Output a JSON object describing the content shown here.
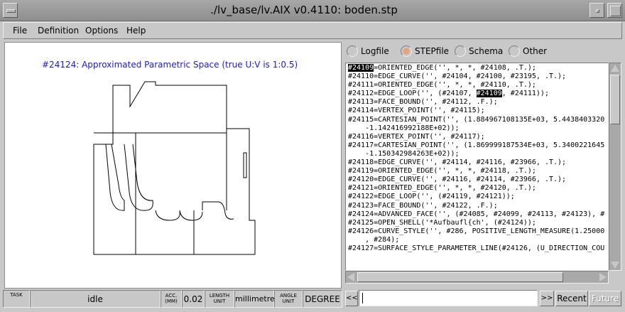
{
  "window": {
    "title": "./lv_base/lv.AIX v0.4110: boden.stp"
  },
  "menu": {
    "items": [
      "File",
      "Definition",
      "Options",
      "Help"
    ]
  },
  "canvas": {
    "title": "#24124: Approximated Parametric Space (true U:V is 1:0.5)",
    "line_color": "#000000",
    "title_color": "#1a1ad8"
  },
  "view_tabs": {
    "options": [
      "Logfile",
      "STEPfile",
      "Schema",
      "Other"
    ],
    "selected": "STEPfile"
  },
  "step_text": {
    "lines": [
      {
        "pre": "",
        "hl": "#24109",
        "post": "=ORIENTED_EDGE('', *, *, #24108, .T.);"
      },
      {
        "pre": "#24110=EDGE_CURVE('', #24104, #24100, #23195, .T.);",
        "hl": "",
        "post": ""
      },
      {
        "pre": "#24111=ORIENTED_EDGE('', *, *, #24110, .T.);",
        "hl": "",
        "post": ""
      },
      {
        "pre": "#24112=EDGE_LOOP('', (#24107, ",
        "hl": "#24109",
        "post": ", #24111));"
      },
      {
        "pre": "#24113=FACE_BOUND('', #24112, .F.);",
        "hl": "",
        "post": ""
      },
      {
        "pre": "#24114=VERTEX_POINT('', #24115);",
        "hl": "",
        "post": ""
      },
      {
        "pre": "#24115=CARTESIAN_POINT('', (1.884967108135E+03, 5.4438403320",
        "hl": "",
        "post": ""
      },
      {
        "pre": "    -1.142416992188E+02));",
        "hl": "",
        "post": ""
      },
      {
        "pre": "#24116=VERTEX_POINT('', #24117);",
        "hl": "",
        "post": ""
      },
      {
        "pre": "#24117=CARTESIAN_POINT('', (1.869999187534E+03, 5.3400221645",
        "hl": "",
        "post": ""
      },
      {
        "pre": "    -1.150342984263E+02));",
        "hl": "",
        "post": ""
      },
      {
        "pre": "#24118=EDGE_CURVE('', #24114, #24116, #23966, .T.);",
        "hl": "",
        "post": ""
      },
      {
        "pre": "#24119=ORIENTED_EDGE('', *, *, #24118, .T.);",
        "hl": "",
        "post": ""
      },
      {
        "pre": "#24120=EDGE_CURVE('', #24116, #24114, #23966, .T.);",
        "hl": "",
        "post": ""
      },
      {
        "pre": "#24121=ORIENTED_EDGE('', *, *, #24120, .T.);",
        "hl": "",
        "post": ""
      },
      {
        "pre": "#24122=EDGE_LOOP('', (#24119, #24121));",
        "hl": "",
        "post": ""
      },
      {
        "pre": "#24123=FACE_BOUND('', #24122, .F.);",
        "hl": "",
        "post": ""
      },
      {
        "pre": "#24124=ADVANCED_FACE('', (#24085, #24099, #24113, #24123), #",
        "hl": "",
        "post": ""
      },
      {
        "pre": "#24125=OPEN_SHELL('*Aufbaufl{ch', (#24124));",
        "hl": "",
        "post": ""
      },
      {
        "pre": "#24126=CURVE_STYLE('', #286, POSITIVE_LENGTH_MEASURE(1.25000",
        "hl": "",
        "post": ""
      },
      {
        "pre": "    , #284);",
        "hl": "",
        "post": ""
      },
      {
        "pre": "#24127=SURFACE_STYLE_PARAMETER_LINE(#24126, (U_DIRECTION_COU",
        "hl": "",
        "post": ""
      }
    ]
  },
  "command_bar": {
    "prev_label": "<<",
    "next_label": ">>",
    "recent_label": "Recent",
    "future_label": "Future",
    "input_value": ""
  },
  "status": {
    "task_label": "TASK",
    "task_value": "idle",
    "acc_label": "ACC.\n(MM)",
    "acc_value": "0.02",
    "length_label": "LENGTH\nUNIT",
    "length_value": "millimetre",
    "angle_label": "ANGLE\nUNIT",
    "angle_value": "DEGREE"
  }
}
